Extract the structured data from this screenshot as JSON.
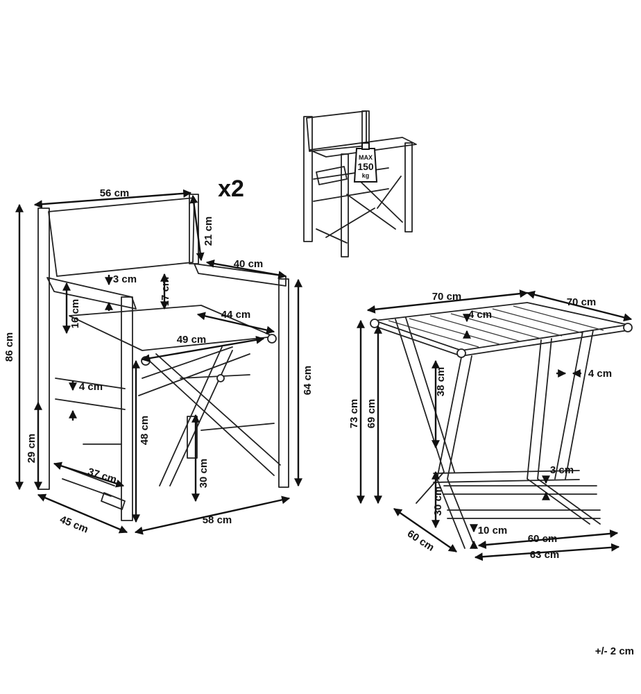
{
  "multiplier": "x2",
  "tolerance": "+/- 2 cm",
  "badge": {
    "max": "MAX",
    "value": "150",
    "unit": "kg"
  },
  "chair": {
    "width_top": "56 cm",
    "back_height": "21 cm",
    "depth_top": "40 cm",
    "armrest_gap": "3 cm",
    "armrest_height": "17 cm",
    "back_lower": "16 cm",
    "seat_depth": "44 cm",
    "seat_width": "49 cm",
    "rung_gap": "4 cm",
    "total_height": "86 cm",
    "arm_height": "64 cm",
    "seat_height": "48 cm",
    "rung_height": "29 cm",
    "lower_rung": "30 cm",
    "footrest": "37 cm",
    "base_depth": "45 cm",
    "base_width": "58 cm"
  },
  "table": {
    "top_width": "70 cm",
    "top_depth": "70 cm",
    "slat": "4 cm",
    "frame_width": "4 cm",
    "apron_height": "38 cm",
    "total_height": "73 cm",
    "inner_height": "69 cm",
    "rung_gap": "3 cm",
    "shelf_height": "30 cm",
    "foot_gap": "10 cm",
    "base_depth": "60 cm",
    "inner_width": "60 cm",
    "outer_width": "63 cm"
  }
}
